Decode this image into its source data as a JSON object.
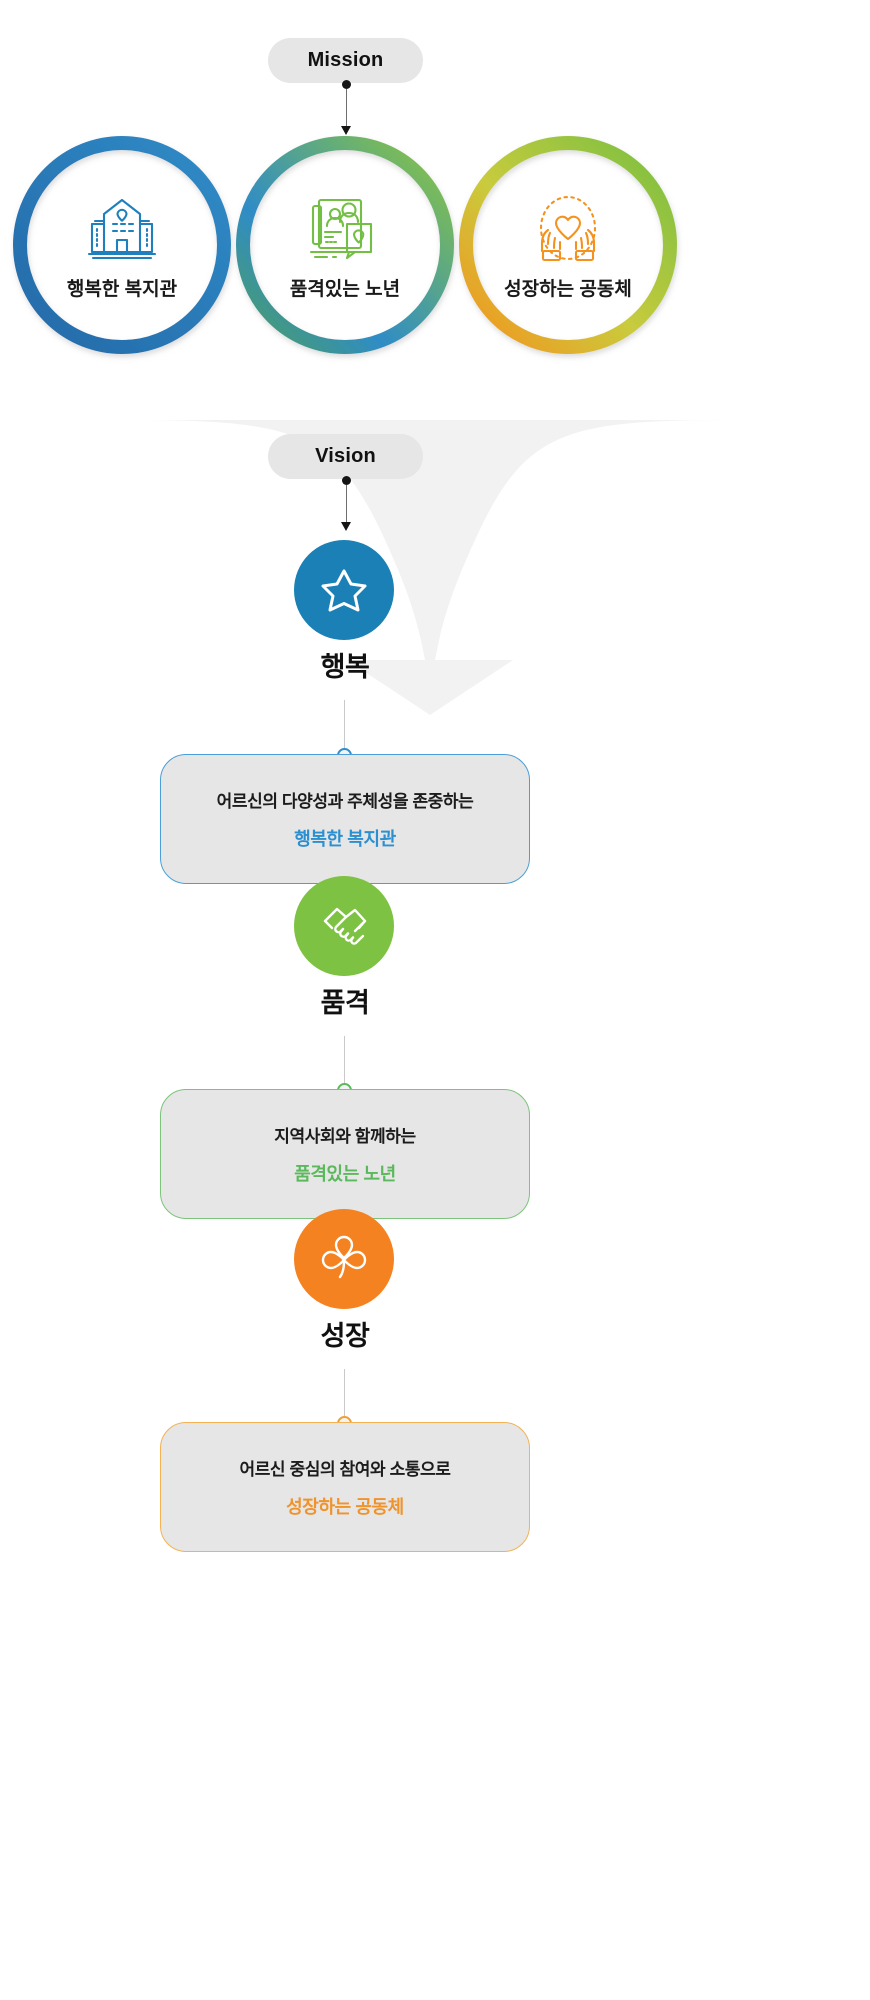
{
  "meta": {
    "title": "Mission / Vision 체계도",
    "bg": "#ffffff"
  },
  "mission": {
    "badge_label": "Mission",
    "circles": [
      {
        "label": "행복한 복지관",
        "icon": "welfare-building-heart-icon",
        "ring_from": "#2a6fb0",
        "ring_to": "#2e88c4",
        "icon_color": "#1f80bd"
      },
      {
        "label": "품격있는 노년",
        "icon": "laptop-people-heart-icon",
        "ring_from": "#2e88c4",
        "ring_to": "#7cc143",
        "icon_color": "#72bf44"
      },
      {
        "label": "성장하는 공동체",
        "icon": "hands-holding-heart-icon",
        "ring_from": "#7cc143",
        "ring_to": "#f28c28",
        "icon_color": "#f5921e"
      }
    ]
  },
  "vision": {
    "badge_label": "Vision",
    "funnel_color": "#f2f2f2",
    "steps": [
      {
        "word": "행복",
        "icon": "star-icon",
        "circle_color": "#1b80b5",
        "accent": "#2b8fd0",
        "box": {
          "line1": "어르신의 다양성과 주체성을 존중하는",
          "line2": "행복한 복지관",
          "line2_color": "#2b8fd0",
          "border_color": "#4a9fd8"
        }
      },
      {
        "word": "품격",
        "icon": "handshake-icon",
        "circle_color": "#7dc242",
        "accent": "#5cb85c",
        "box": {
          "line1": "지역사회와 함께하는",
          "line2": "품격있는 노년",
          "line2_color": "#5cb85c",
          "border_color": "#7cc47c"
        }
      },
      {
        "word": "성장",
        "icon": "clover-icon",
        "circle_color": "#f58220",
        "accent": "#f0a030",
        "box": {
          "line1": "어르신 중심의 참여와 소통으로",
          "line2": "성장하는 공동체",
          "line2_color": "#f0932b",
          "border_color": "#f3b254"
        }
      }
    ]
  }
}
